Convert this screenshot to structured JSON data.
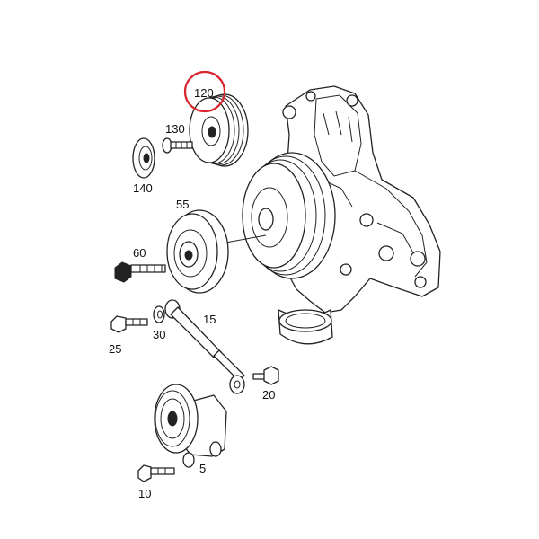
{
  "highlight": {
    "color": "#d9232d"
  },
  "callouts": [
    {
      "id": "120",
      "text": "120",
      "highlighted": true
    },
    {
      "id": "130",
      "text": "130"
    },
    {
      "id": "140",
      "text": "140"
    },
    {
      "id": "55",
      "text": "55"
    },
    {
      "id": "60",
      "text": "60"
    },
    {
      "id": "15",
      "text": "15"
    },
    {
      "id": "25",
      "text": "25"
    },
    {
      "id": "30",
      "text": "30"
    },
    {
      "id": "20",
      "text": "20"
    },
    {
      "id": "5",
      "text": "5"
    },
    {
      "id": "10",
      "text": "10"
    }
  ]
}
